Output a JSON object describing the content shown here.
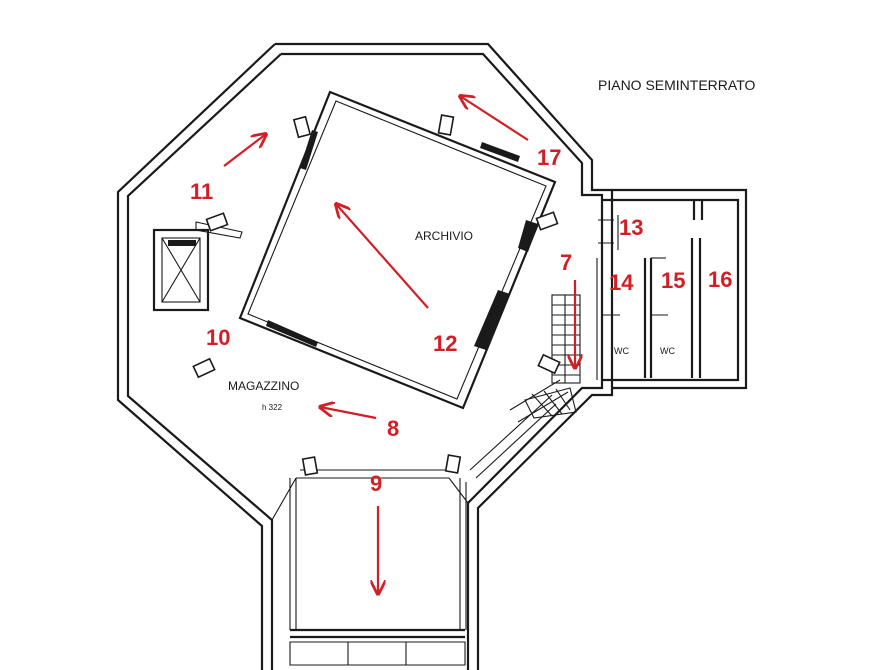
{
  "plan": {
    "floor_title": "PIANO SEMINTERRATO",
    "rooms": {
      "archivio": "ARCHIVIO",
      "magazzino": "MAGAZZINO",
      "height_note": "h 322",
      "wc_left": "WC",
      "wc_right": "WC"
    },
    "markers": [
      "7",
      "8",
      "9",
      "10",
      "11",
      "12",
      "13",
      "14",
      "15",
      "16",
      "17"
    ]
  },
  "colors": {
    "marker": "#d21f26",
    "line": "#1a1a1a",
    "background": "#ffffff"
  }
}
